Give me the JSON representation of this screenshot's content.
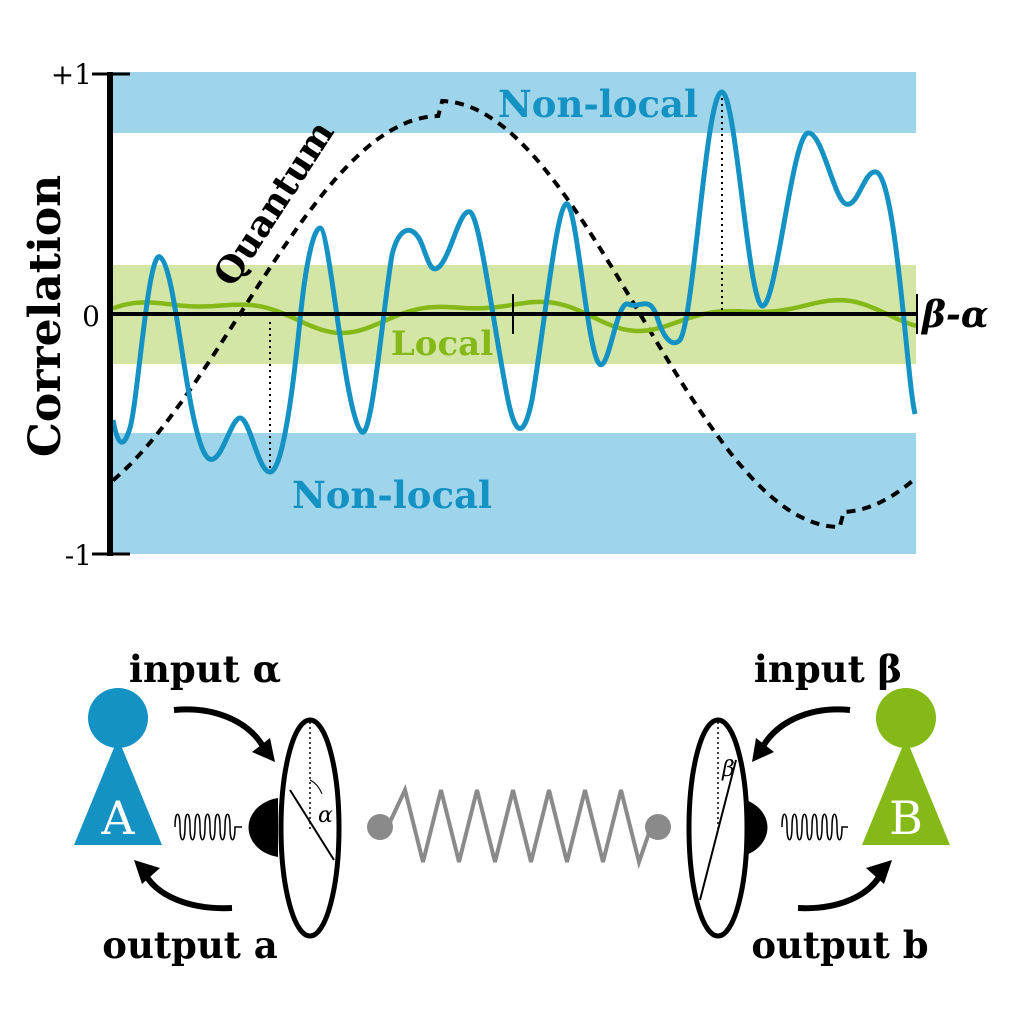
{
  "graph": {
    "y_axis_label": "Correlation",
    "x_axis_label": "β-α",
    "y_ticks": {
      "top": "+1",
      "zero": "0",
      "bottom": "-1"
    },
    "band_labels": {
      "nonlocal_top": "Non-local",
      "nonlocal_bottom": "Non-local",
      "local": "Local"
    },
    "quantum_label": "Quantum"
  },
  "setup": {
    "alice": {
      "letter": "A",
      "input_label": "input α",
      "output_label": "output a",
      "angle_symbol": "α"
    },
    "bob": {
      "letter": "B",
      "input_label": "input β",
      "output_label": "output b",
      "angle_symbol": "β"
    }
  },
  "colors": {
    "nonlocal_band": "#9fd5ea",
    "local_band": "#d3e6a6",
    "nonlocal_curve": "#1592c4",
    "local_curve": "#84b918",
    "alice": "#1592c4",
    "bob": "#84b918",
    "quantum_curve": "#000000",
    "spring": "#8a8a8a"
  }
}
